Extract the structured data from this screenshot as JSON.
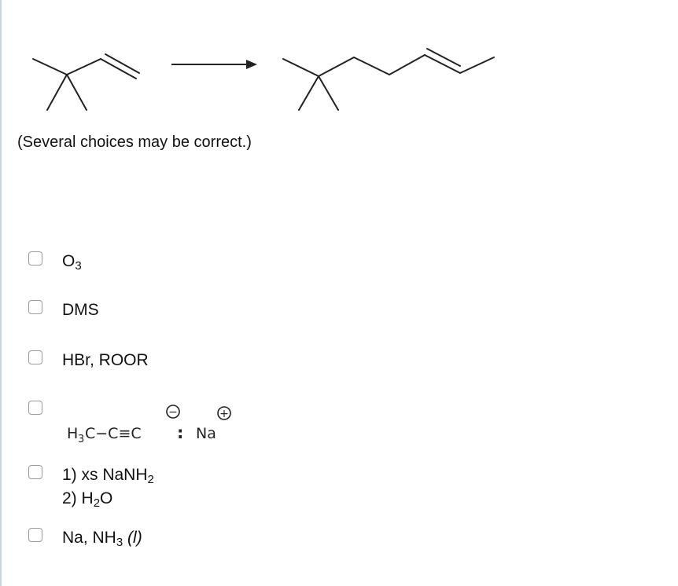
{
  "scheme": {
    "arrow": "→"
  },
  "instruction": "(Several choices may be correct.)",
  "choices": [
    {
      "label": "O",
      "sub": "3"
    },
    {
      "label": "DMS"
    },
    {
      "label": "HBr, ROOR"
    },
    {
      "label_prefix": "H",
      "sub": "3",
      "label_suffix": "C−C≡C",
      "colon": ":",
      "cation": "Na",
      "minus": "−",
      "plus": "+"
    },
    {
      "line1_prefix": "1) xs NaNH",
      "line1_sub": "2",
      "line2_prefix": "2) H",
      "line2_sub": "2",
      "line2_suffix": "O"
    },
    {
      "prefix": "Na, NH",
      "sub": "3",
      "suffix": " (l)"
    }
  ],
  "colors": {
    "text": "#111111",
    "checkbox_border": "#9a9a9a",
    "left_rule": "#c8d4e3"
  }
}
